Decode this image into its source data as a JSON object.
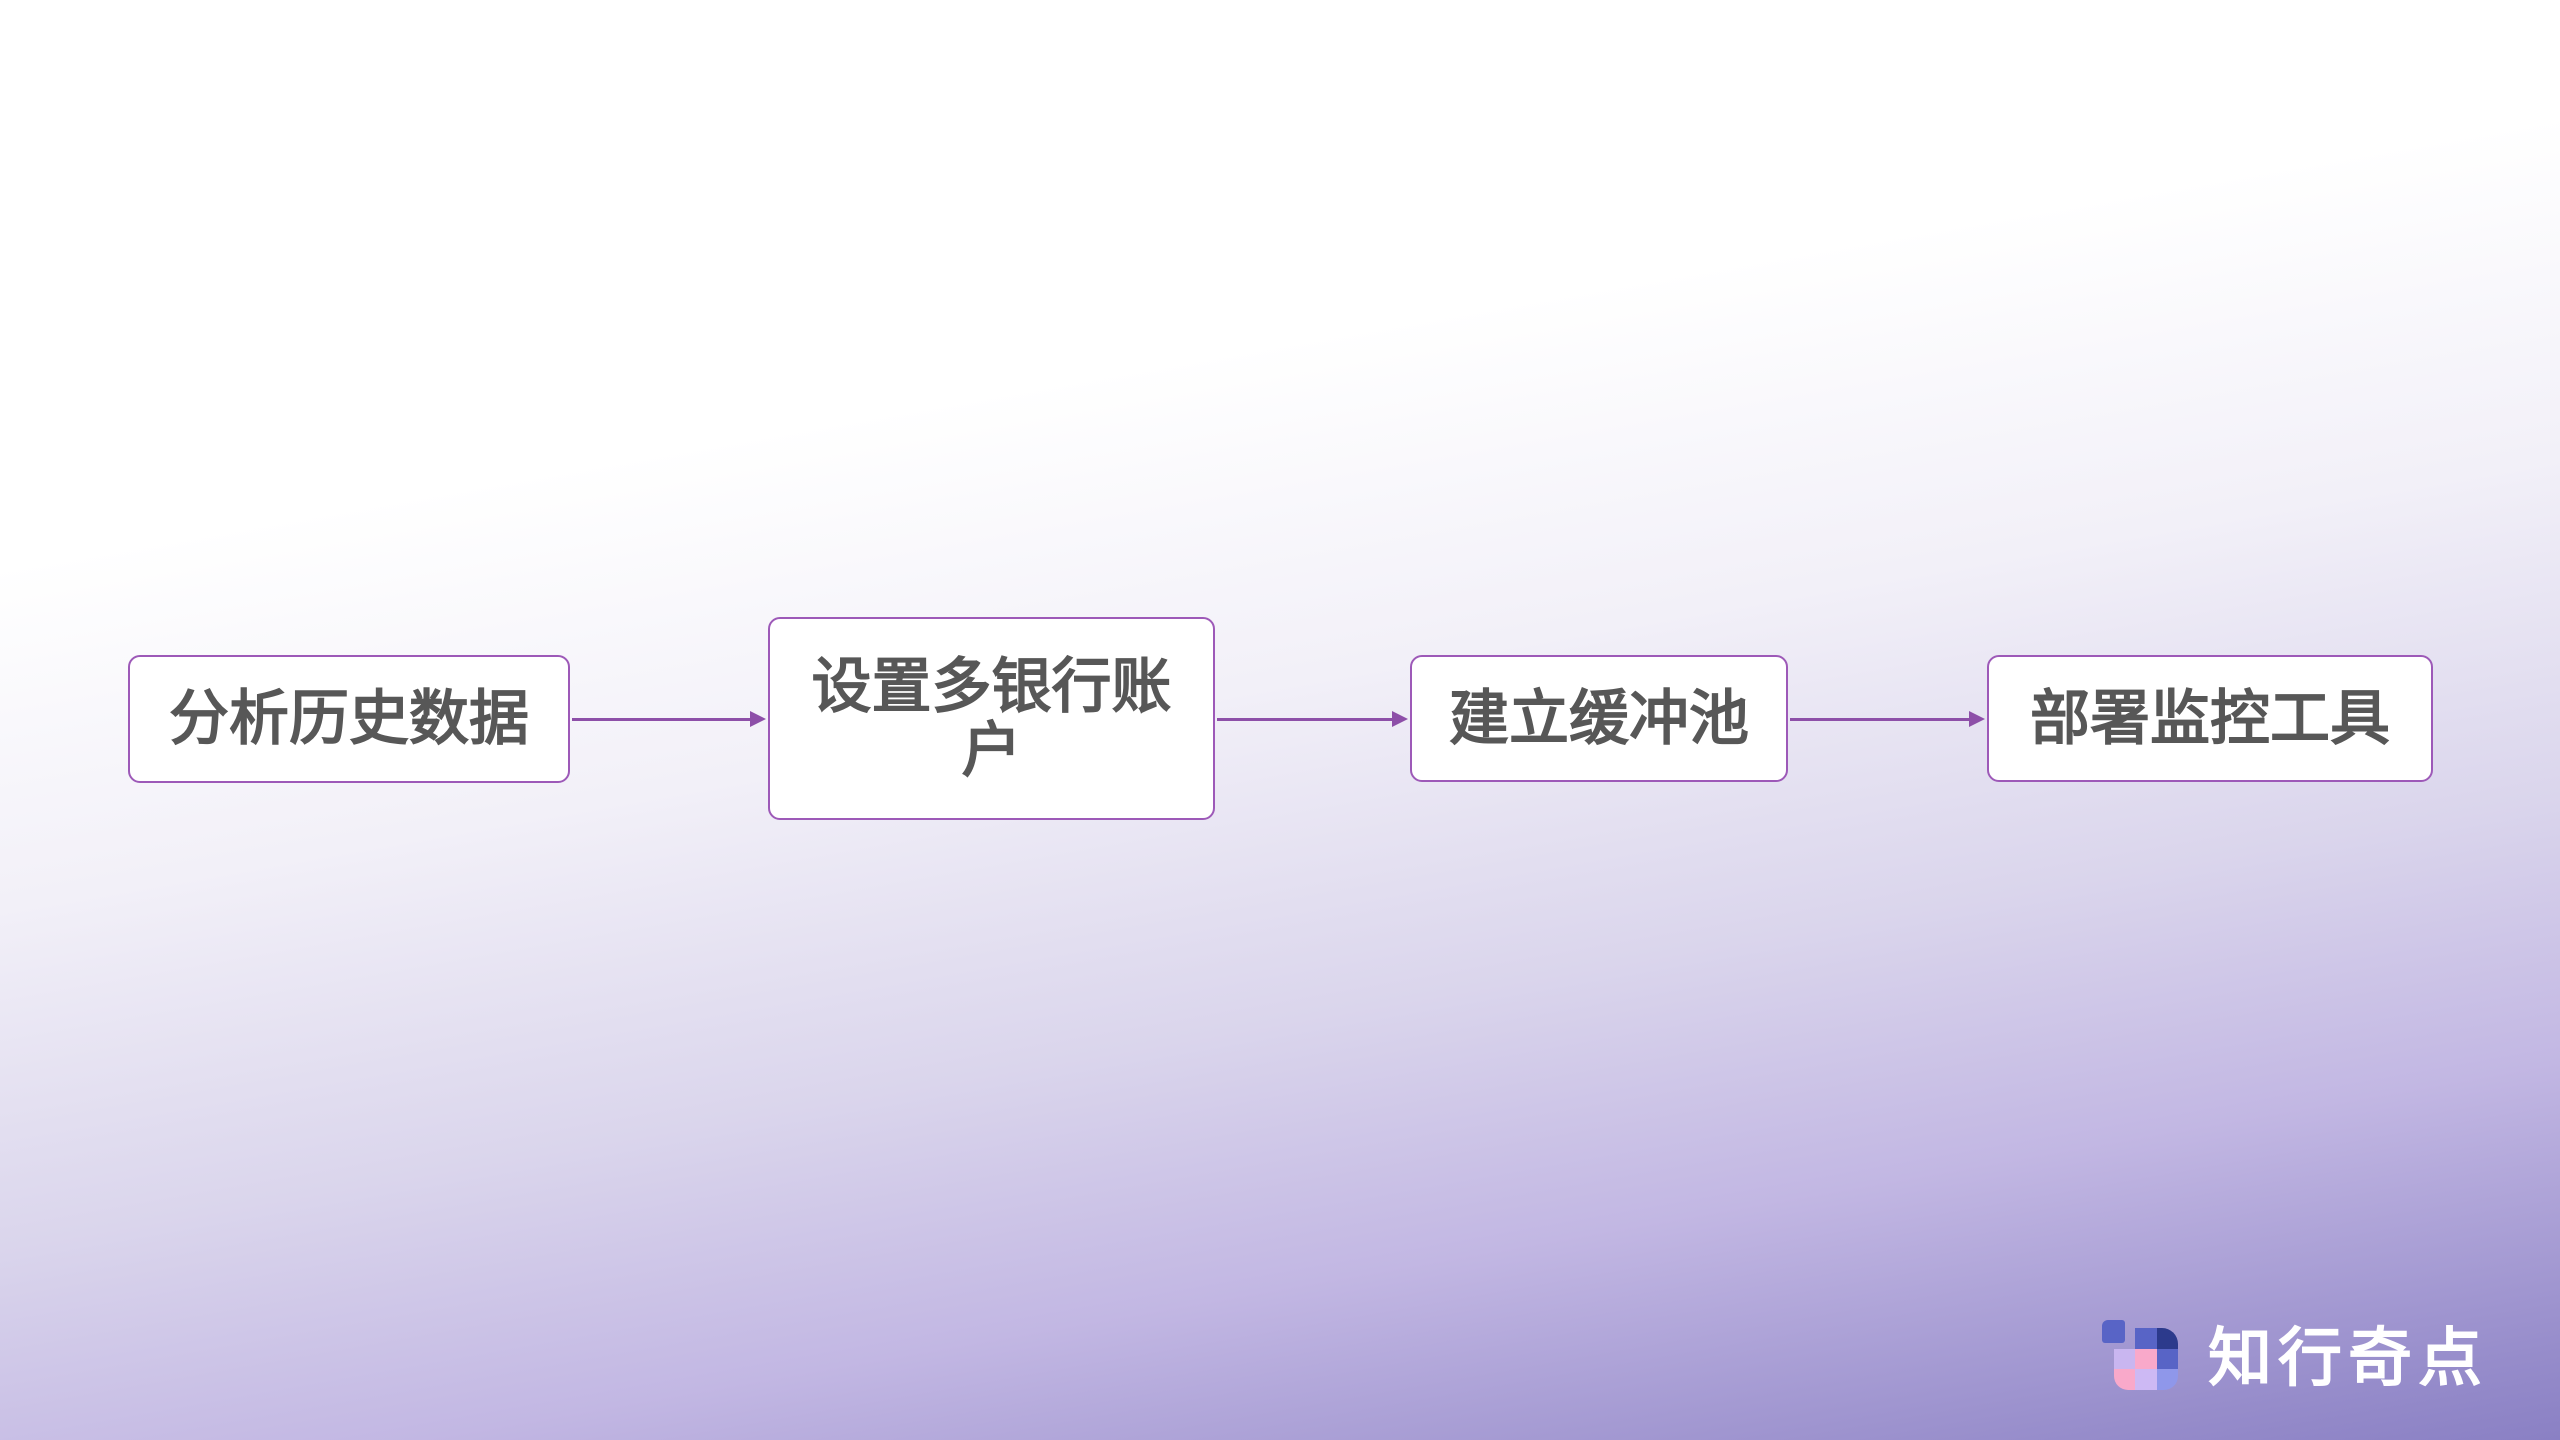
{
  "flowchart": {
    "nodes": [
      {
        "label": "分析历史数据"
      },
      {
        "label": "设置多银行账户"
      },
      {
        "label": "建立缓冲池"
      },
      {
        "label": "部署监控工具"
      }
    ],
    "connections": [
      {
        "from": "分析历史数据",
        "to": "设置多银行账户"
      },
      {
        "from": "设置多银行账户",
        "to": "建立缓冲池"
      },
      {
        "from": "建立缓冲池",
        "to": "部署监控工具"
      }
    ]
  },
  "brand": {
    "logo_text": "知行奇点"
  },
  "colors": {
    "node_border": "#9d59b8",
    "node_background": "#ffffff",
    "node_text": "#575757",
    "arrow": "#8d4fa8",
    "logo_text": "#ffffff",
    "logo_icon_indigo": "#5864c6",
    "logo_icon_navy": "#2c3a8c",
    "logo_icon_lavender": "#c9b6f0",
    "logo_icon_pink": "#f9a9ca",
    "logo_icon_lilac": "#cdb9f4",
    "logo_icon_periwinkle": "#8f97ea",
    "background_top": "#ffffff",
    "background_bottom": "#8a80c4"
  }
}
